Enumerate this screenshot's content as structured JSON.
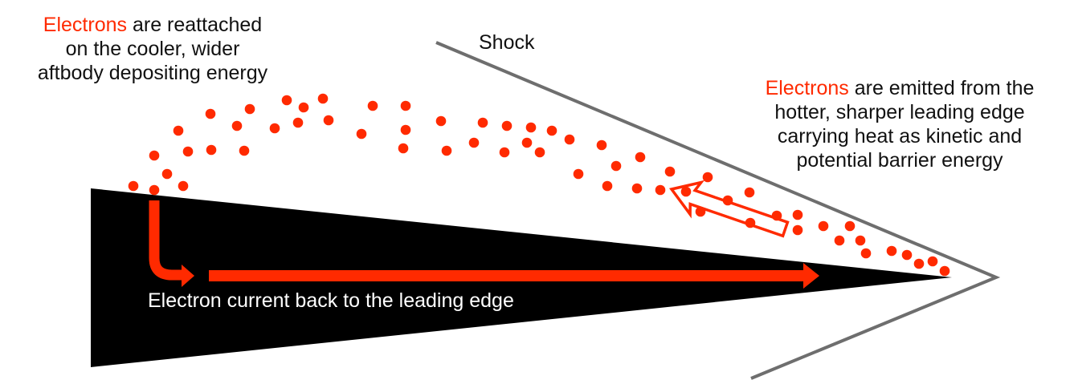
{
  "labels": {
    "left_note": {
      "highlight": "Electrons",
      "rest_line1": " are reattached",
      "line2": "on the cooler, wider",
      "line3": "aftbody depositing energy"
    },
    "right_note": {
      "highlight": "Electrons",
      "rest_line1": " are emitted from the",
      "line2": "hotter, sharper leading edge",
      "line3": "carrying heat as kinetic and",
      "line4": "potential barrier energy"
    },
    "shock": "Shock",
    "current": "Electron current back to the leading edge"
  },
  "colors": {
    "electron": "#ff2a00",
    "body": "#000000",
    "shock": "#6e6e6e"
  }
}
